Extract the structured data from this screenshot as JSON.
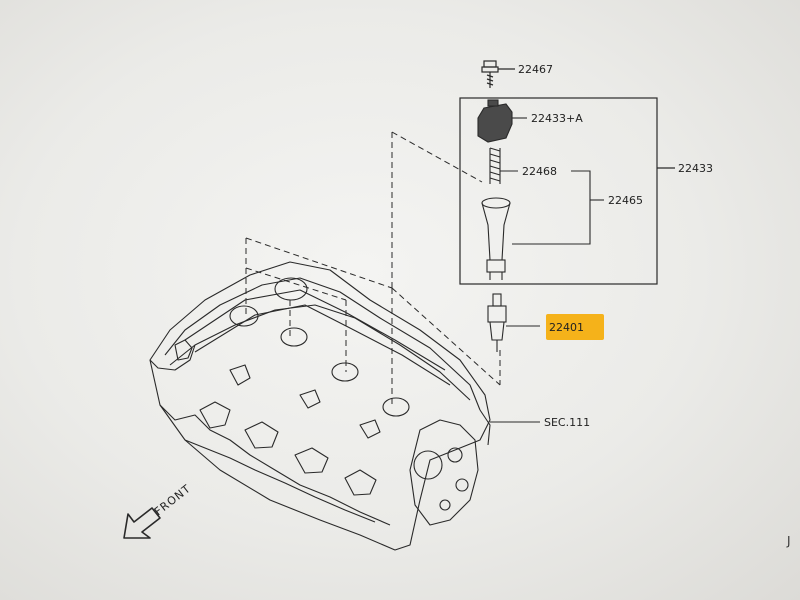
{
  "diagram": {
    "parts": {
      "bolt": "22467",
      "coil_assy_a": "22433+A",
      "spring": "22468",
      "coil_box": "22433",
      "rubber_boot_group": "22465",
      "spark_plug": "22401"
    },
    "section_ref": "SEC.111",
    "direction_label": "FRONT",
    "corner_mark": "J",
    "highlight_color": "#f5b21a"
  }
}
